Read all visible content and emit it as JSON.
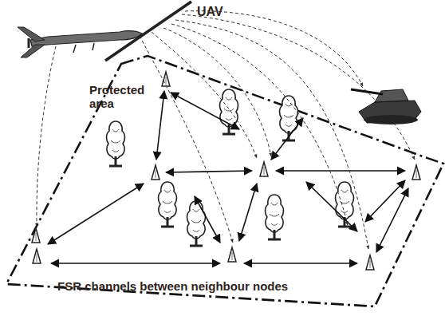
{
  "diagram": {
    "labels": [
      "UAV",
      "Protected area",
      "FSR channels between neighbour nodes"
    ]
  }
}
